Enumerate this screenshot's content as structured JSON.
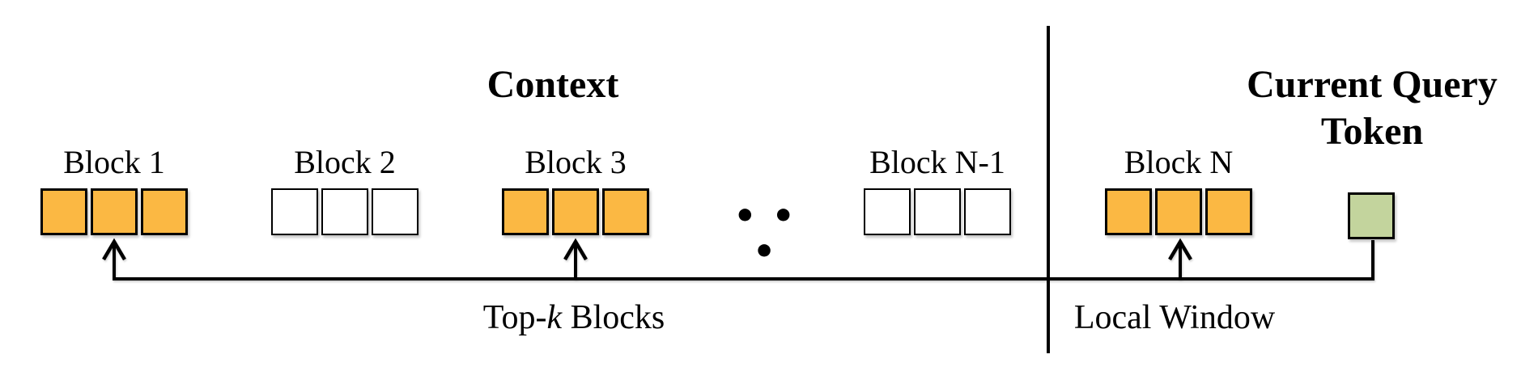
{
  "colors": {
    "selected_block_fill": "#FBB843",
    "unselected_block_fill": "#FFFFFF",
    "query_token_fill": "#C3D49D",
    "outline": "#000000",
    "connector": "#000000"
  },
  "sections": {
    "context": {
      "title": "Context"
    },
    "query": {
      "title": "Current Query Token"
    }
  },
  "blocks": [
    {
      "label": "Block 1",
      "selected": true
    },
    {
      "label": "Block 2",
      "selected": false
    },
    {
      "label": "Block 3",
      "selected": true
    },
    {
      "label": "Block N-1",
      "selected": false
    },
    {
      "label": "Block N",
      "selected": true
    }
  ],
  "ellipsis": "• • •",
  "annotations": {
    "top_k": {
      "prefix": "Top-",
      "k": "k",
      "suffix": " Blocks"
    },
    "local_window": "Local Window"
  }
}
